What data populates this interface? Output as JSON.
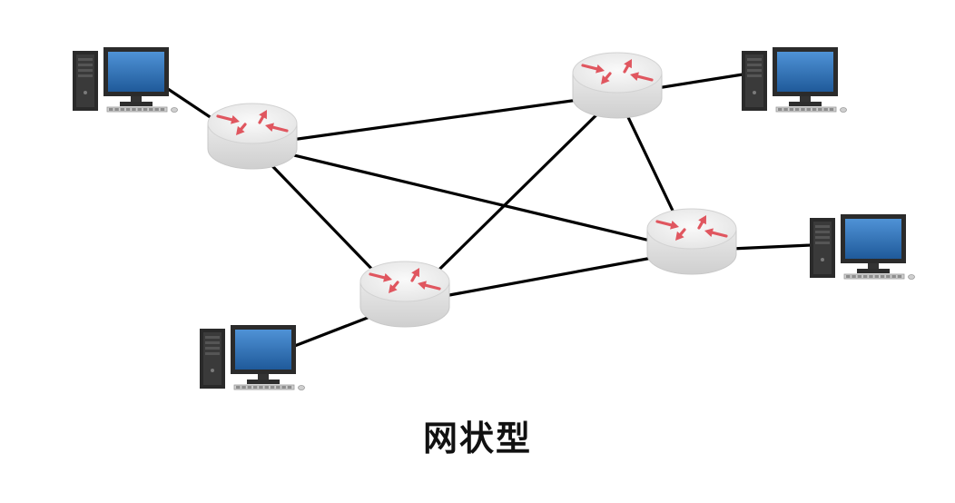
{
  "caption": "网状型",
  "diagram": {
    "nodes": [
      {
        "id": "router-top-left",
        "kind": "router"
      },
      {
        "id": "router-top-right",
        "kind": "router"
      },
      {
        "id": "router-right",
        "kind": "router"
      },
      {
        "id": "router-bottom",
        "kind": "router"
      },
      {
        "id": "pc-top-left",
        "kind": "computer"
      },
      {
        "id": "pc-top-right",
        "kind": "computer"
      },
      {
        "id": "pc-right",
        "kind": "computer"
      },
      {
        "id": "pc-bottom-left",
        "kind": "computer"
      }
    ],
    "links": [
      {
        "from": "router-top-left",
        "to": "router-top-right"
      },
      {
        "from": "router-top-left",
        "to": "router-right"
      },
      {
        "from": "router-top-left",
        "to": "router-bottom"
      },
      {
        "from": "router-top-right",
        "to": "router-right"
      },
      {
        "from": "router-top-right",
        "to": "router-bottom"
      },
      {
        "from": "router-bottom",
        "to": "router-right"
      },
      {
        "from": "pc-top-left",
        "to": "router-top-left"
      },
      {
        "from": "pc-top-right",
        "to": "router-top-right"
      },
      {
        "from": "pc-right",
        "to": "router-right"
      },
      {
        "from": "pc-bottom-left",
        "to": "router-bottom"
      }
    ]
  },
  "colors": {
    "link": "#000000",
    "router_top": "#f2f2f2",
    "router_side": "#dcdcdc",
    "router_arrow": "#e0565f",
    "monitor_screen": "#2f6fb3",
    "monitor_frame": "#2b2b2b",
    "tower": "#2a2a2a"
  },
  "icons": {
    "router": "router-icon",
    "computer": "desktop-computer-icon"
  }
}
